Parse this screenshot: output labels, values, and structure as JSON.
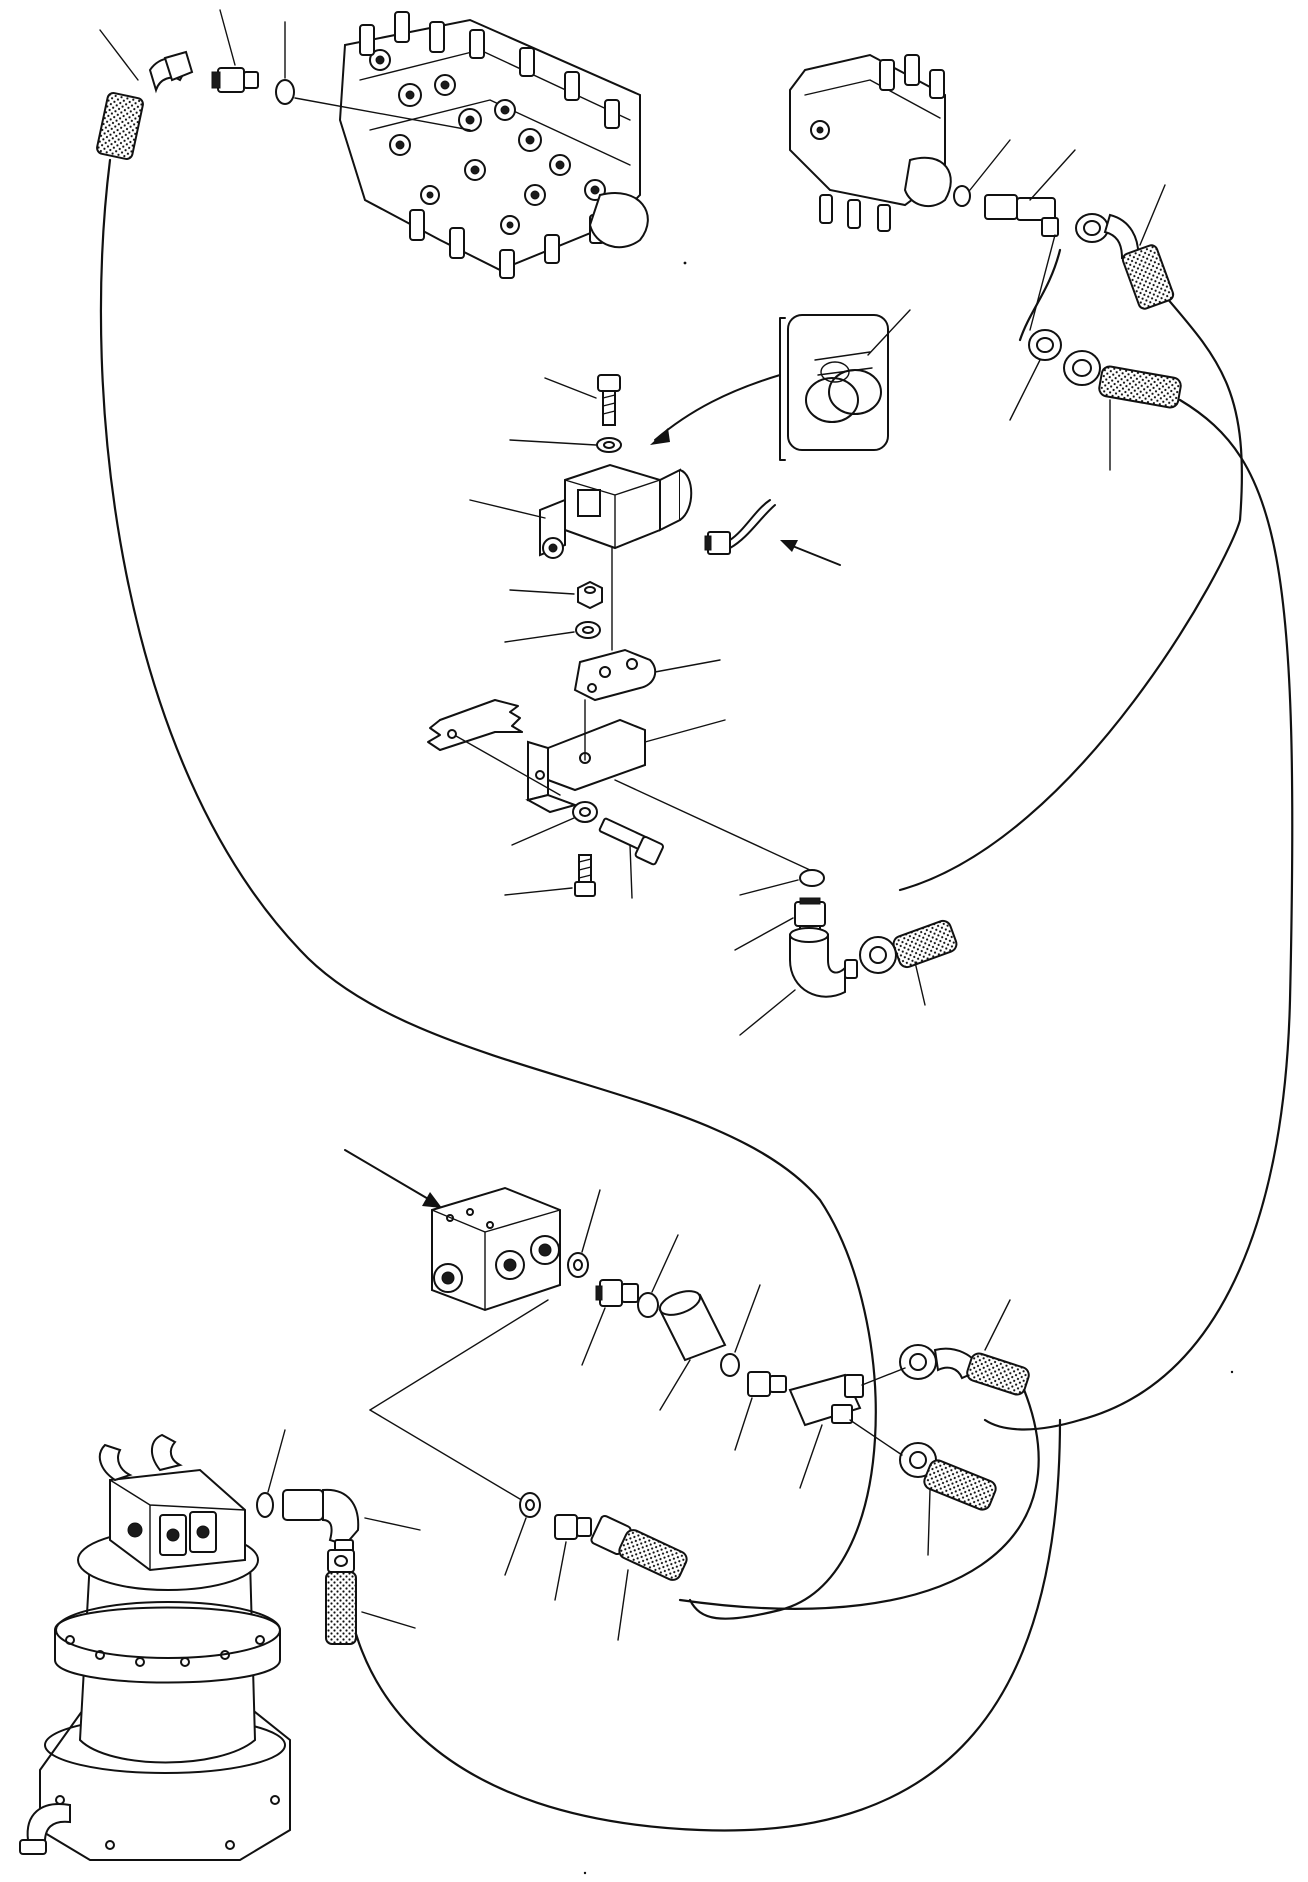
{
  "figure": {
    "text_labels": []
  },
  "parts": {
    "main_control_valve": "control-valve-bank",
    "aux_control_valve": "auxiliary-control-valve",
    "solenoid_valve": "solenoid-valve",
    "switch_connector": "electrical-connector",
    "selector_block": "selector-valve-block",
    "swing_motor": "swing-motor"
  },
  "colors": {
    "ink": "#111111",
    "paper": "#ffffff"
  }
}
